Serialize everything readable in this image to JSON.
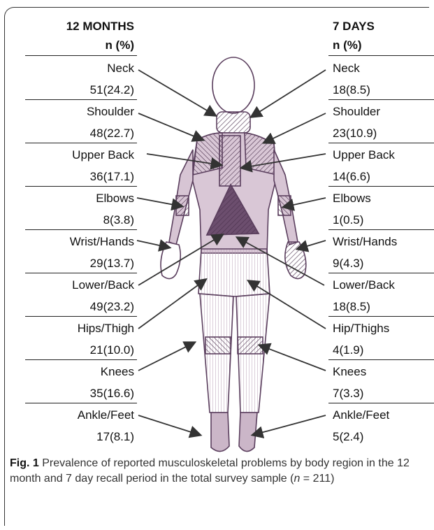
{
  "table": {
    "left_header": "12 MONTHS",
    "right_header": "7 DAYS",
    "subheader": "n (%)",
    "rows": [
      {
        "left_region": "Neck",
        "left_value": "51(24.2)",
        "right_region": "Neck",
        "right_value": "18(8.5)"
      },
      {
        "left_region": "Shoulder",
        "left_value": "48(22.7)",
        "right_region": "Shoulder",
        "right_value": "23(10.9)"
      },
      {
        "left_region": "Upper Back",
        "left_value": "36(17.1)",
        "right_region": "Upper Back",
        "right_value": "14(6.6)"
      },
      {
        "left_region": "Elbows",
        "left_value": "8(3.8)",
        "right_region": "Elbows",
        "right_value": "1(0.5)"
      },
      {
        "left_region": "Wrist/Hands",
        "left_value": "29(13.7)",
        "right_region": "Wrist/Hands",
        "right_value": "9(4.3)"
      },
      {
        "left_region": "Lower/Back",
        "left_value": "49(23.2)",
        "right_region": "Lower/Back",
        "right_value": "18(8.5)"
      },
      {
        "left_region": "Hips/Thigh",
        "left_value": "21(10.0)",
        "right_region": "Hip/Thighs",
        "right_value": "4(1.9)"
      },
      {
        "left_region": "Knees",
        "left_value": "35(16.6)",
        "right_region": "Knees",
        "right_value": "7(3.3)"
      },
      {
        "left_region": "Ankle/Feet",
        "left_value": "17(8.1)",
        "right_region": "Ankle/Feet",
        "right_value": "5(2.4)"
      }
    ]
  },
  "caption": {
    "label": "Fig. 1",
    "text_before_n": "Prevalence of reported musculoskeletal problems by body region in the 12 month and 7 day recall period in the total survey sample (",
    "n_symbol": "n",
    "text_after_n": " = 211)"
  },
  "colors": {
    "figure_outline": "#5b3f5e",
    "figure_fill": "#c9b3c6",
    "hatch_dark": "#3e2840",
    "arrow": "#333333"
  }
}
